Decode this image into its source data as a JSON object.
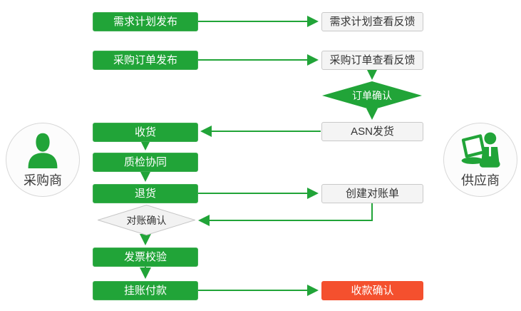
{
  "colors": {
    "green": "#21a438",
    "red": "#f4502e",
    "gray_fill": "#f2f2f2",
    "gray_border": "#c6c6c6",
    "box_fill": "#f4f4f4",
    "box_border": "#c9c9c9",
    "text_dark": "#333333"
  },
  "actors": {
    "buyer": {
      "label": "采购商",
      "icon": "person-icon"
    },
    "supplier": {
      "label": "供应商",
      "icon": "laptop-user-icon"
    }
  },
  "nodes": {
    "demand_publish": {
      "label": "需求计划发布"
    },
    "demand_feedback": {
      "label": "需求计划查看反馈"
    },
    "po_publish": {
      "label": "采购订单发布"
    },
    "po_feedback": {
      "label": "采购订单查看反馈"
    },
    "order_confirm": {
      "label": "订单确认"
    },
    "asn_ship": {
      "label": "ASN发货"
    },
    "receive": {
      "label": "收货"
    },
    "quality_collab": {
      "label": "质检协同"
    },
    "goods_return": {
      "label": "退货"
    },
    "create_statement": {
      "label": "创建对账单"
    },
    "recon_confirm": {
      "label": "对账确认"
    },
    "invoice_verify": {
      "label": "发票校验"
    },
    "book_payment": {
      "label": "挂账付款"
    },
    "receipt_confirm": {
      "label": "收款确认"
    }
  }
}
